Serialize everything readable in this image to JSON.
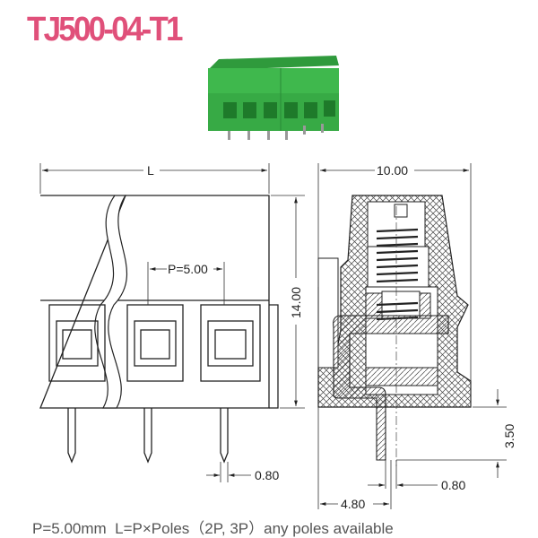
{
  "title": "TJ500-04-T1",
  "front_view": {
    "length_label": "L",
    "pitch_label": "P=5.00",
    "height_label": "14.00",
    "pin_width_label": "0.80"
  },
  "side_view": {
    "width_label": "10.00",
    "pin_length_label": "3.50",
    "pin_width_label": "0.80",
    "pin_offset_label": "4.80"
  },
  "caption": "P=5.00mm  L=P×Poles（2P, 3P）any poles available",
  "colors": {
    "title": "#e0507a",
    "body_green": "#3cb44a"
  }
}
